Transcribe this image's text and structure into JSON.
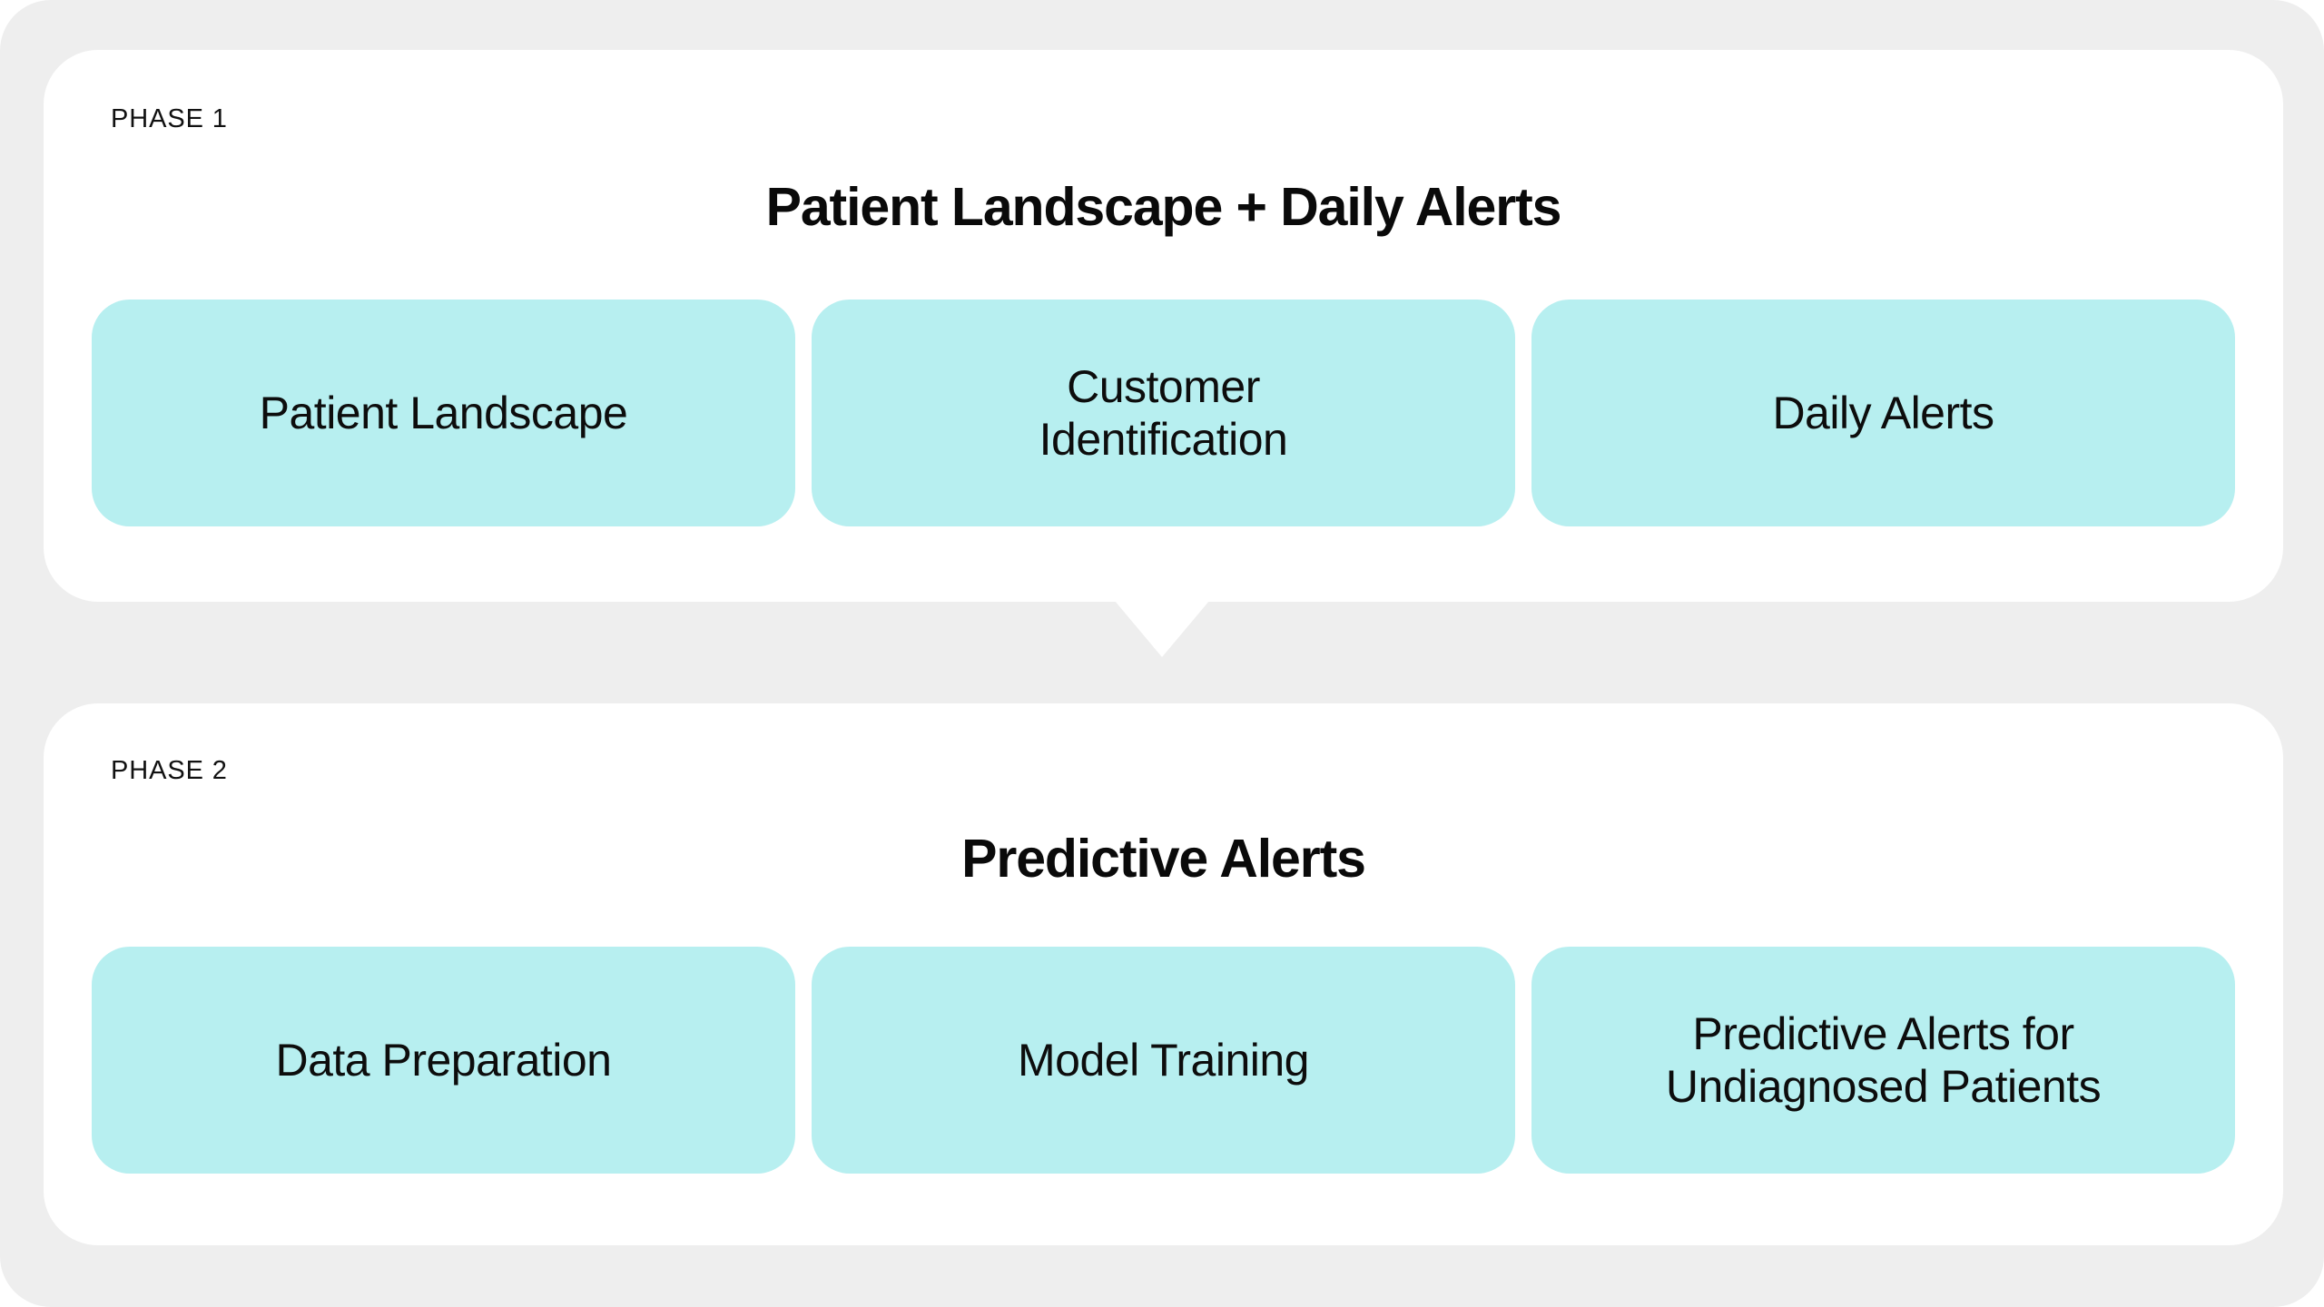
{
  "canvas": {
    "background_color": "#eeeeee",
    "card_background_color": "#ffffff",
    "pill_color": "#b7eff0",
    "text_color": "#0d0d0d"
  },
  "phases": [
    {
      "label": "PHASE 1",
      "title": "Patient Landscape + Daily Alerts",
      "steps": [
        {
          "label": "Patient Landscape"
        },
        {
          "label": "Customer\nIdentification"
        },
        {
          "label": "Daily Alerts"
        }
      ]
    },
    {
      "label": "PHASE 2",
      "title": "Predictive Alerts",
      "steps": [
        {
          "label": "Data Preparation"
        },
        {
          "label": "Model Training"
        },
        {
          "label": "Predictive Alerts for\nUndiagnosed Patients"
        }
      ]
    }
  ],
  "connector": {
    "icon": "triangle-down-icon",
    "direction": "down",
    "color": "#ffffff"
  }
}
